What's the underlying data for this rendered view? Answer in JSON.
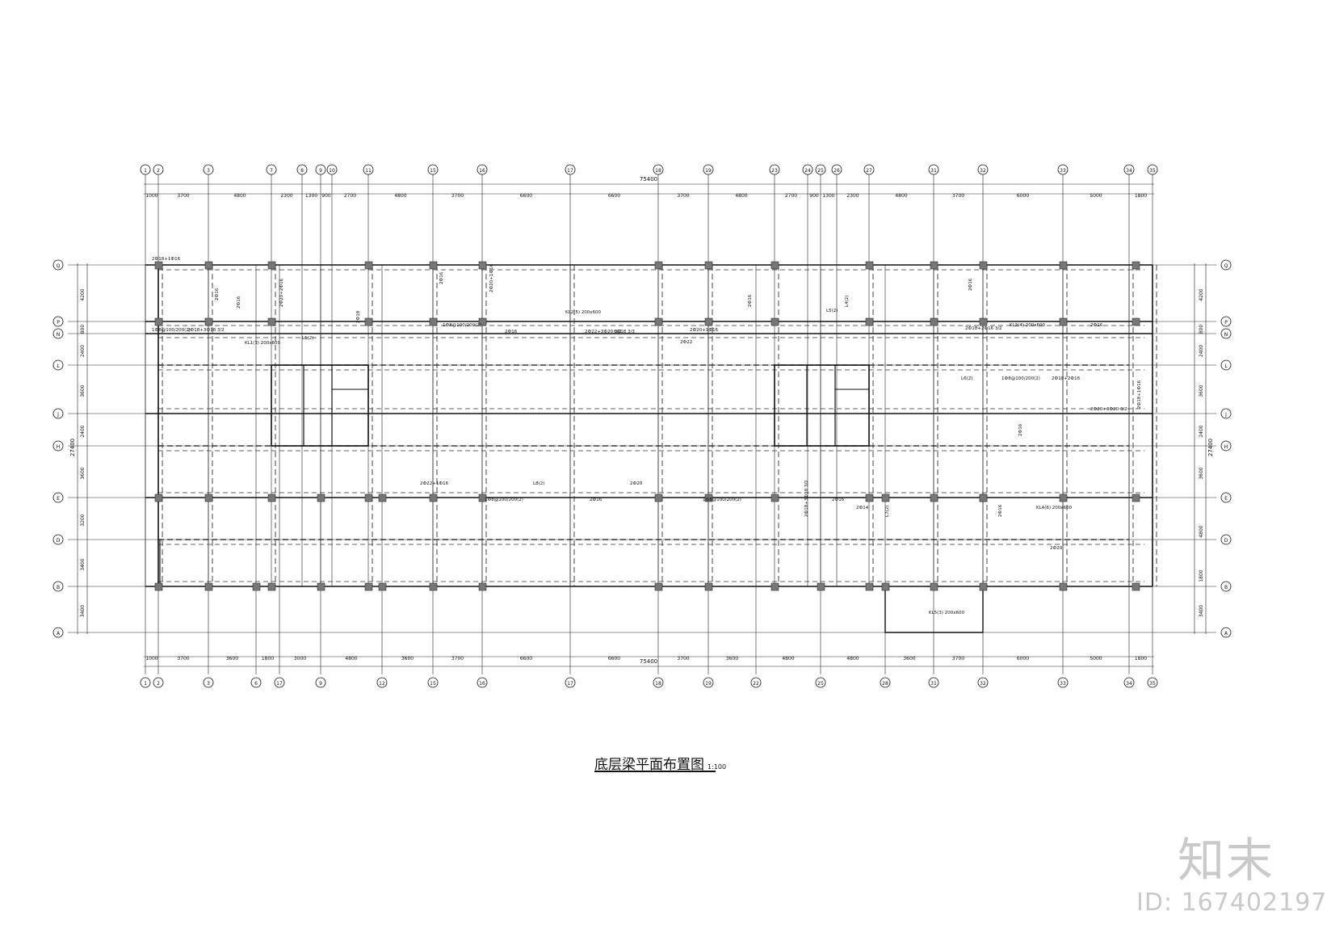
{
  "drawing": {
    "title": "底层梁平面布置图",
    "scale": "1:100",
    "total_length": "75400",
    "total_depth": "27400"
  },
  "top_axes": [
    "1",
    "2",
    "3",
    "7",
    "8",
    "9",
    "10",
    "11",
    "15",
    "16",
    "17",
    "18",
    "19",
    "23",
    "24",
    "25",
    "26",
    "27",
    "31",
    "32",
    "33",
    "34",
    "35"
  ],
  "top_dims": [
    "1000",
    "3700",
    "4800",
    "2300",
    "1300",
    "900",
    "2700",
    "4800",
    "3700",
    "6600",
    "6600",
    "3700",
    "4800",
    "2700",
    "900",
    "1300",
    "2300",
    "4800",
    "3700",
    "6000",
    "5000",
    "1800"
  ],
  "bottom_axes": [
    "1",
    "2",
    "3",
    "6",
    "17",
    "9",
    "12",
    "15",
    "16",
    "17",
    "18",
    "19",
    "22",
    "25",
    "28",
    "31",
    "32",
    "33",
    "34",
    "35"
  ],
  "bottom_dims": [
    "1000",
    "3700",
    "3600",
    "1800",
    "3000",
    "4800",
    "3600",
    "3700",
    "6600",
    "6600",
    "3700",
    "3600",
    "4800",
    "4800",
    "3600",
    "3700",
    "6000",
    "5000",
    "1800"
  ],
  "row_axes": [
    "Q",
    "P",
    "N",
    "L",
    "J",
    "H",
    "E",
    "D",
    "B",
    "A"
  ],
  "left_dims": [
    "4200",
    "800",
    "2400",
    "3600",
    "2400",
    "3600",
    "3200",
    "3400",
    "3400"
  ],
  "right_dims": [
    "4200",
    "800",
    "2400",
    "3600",
    "2400",
    "3600",
    "4800",
    "1800",
    "3400"
  ],
  "beam_labels": [
    "2Ф18+1Ф16",
    "1Ф8@100/200(2)",
    "2Ф16",
    "2Ф18+3Ф18 3/2",
    "2Ф16",
    "KL1(3) 200x600",
    "2Ф20+2Ф16",
    "2Ф18",
    "L1(2)",
    "2Ф16",
    "2Ф20+1Ф16",
    "1Ф8@100/200(2)",
    "2Ф16",
    "2Ф22+3Ф20 3/2",
    "6Ф18 3/3",
    "KL2(5) 200x600",
    "2Ф20+1Ф16",
    "2Ф22",
    "2Ф16",
    "L4(2)",
    "L5(2)",
    "2Ф18+2Ф16 3/2",
    "2Ф16",
    "KL3(4) 200x600",
    "2Ф16",
    "1Ф8@100/200(2)",
    "2Ф18+2Ф16",
    "L6(2)",
    "2Ф20+3Ф20 3/2",
    "2Ф16",
    "2Ф18+1Ф16",
    "KL4(6) 200x600",
    "2Ф16",
    "L7(2)",
    "2Ф14",
    "2Ф18+3Ф18 3/2",
    "2Ф16",
    "1Ф8@100/200(2)",
    "2Ф20",
    "L8(2)",
    "2Ф22+1Ф16",
    "1Ф8@100/200(2)",
    "2Ф16",
    "KL5(3) 200x600",
    "2Ф20"
  ]
}
